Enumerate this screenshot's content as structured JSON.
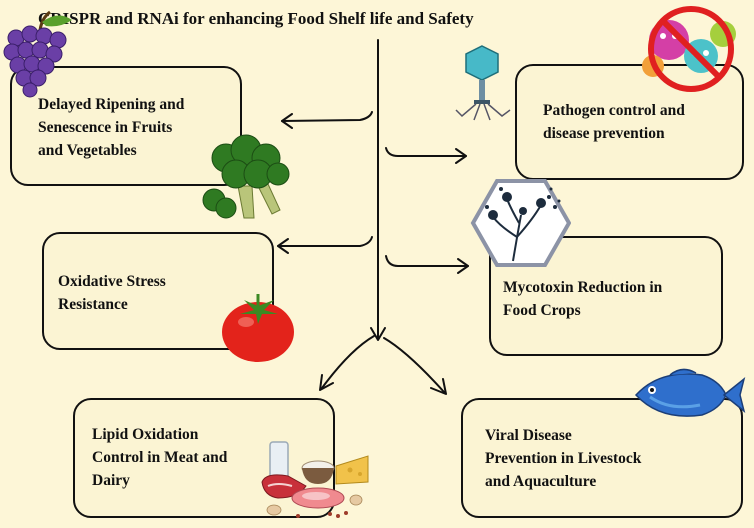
{
  "title": "CRISPR and RNAi for enhancing Food Shelf life and Safety",
  "boxes": {
    "ripening": {
      "lines": [
        "Delayed Ripening and",
        "Senescence in Fruits",
        "and Vegetables"
      ]
    },
    "pathogen": {
      "lines": [
        "Pathogen control and",
        "disease prevention"
      ]
    },
    "oxidative": {
      "lines": [
        "Oxidative Stress",
        "Resistance"
      ]
    },
    "mycotoxin": {
      "lines": [
        "Mycotoxin Reduction in",
        "Food Crops"
      ]
    },
    "lipid": {
      "lines": [
        "Lipid Oxidation",
        "Control in Meat and",
        "Dairy"
      ]
    },
    "viral": {
      "lines": [
        "Viral Disease",
        "Prevention in Livestock",
        "and Aquaculture"
      ]
    }
  },
  "icons": [
    "grapes-icon",
    "no-microbes-icon",
    "bacteriophage-icon",
    "broccoli-icon",
    "fungus-icon",
    "tomato-icon",
    "fish-icon",
    "meat-dairy-icon"
  ],
  "colors": {
    "background": "#fdf6d7",
    "box_fill": "#fbf4d3",
    "stroke": "#111111"
  }
}
